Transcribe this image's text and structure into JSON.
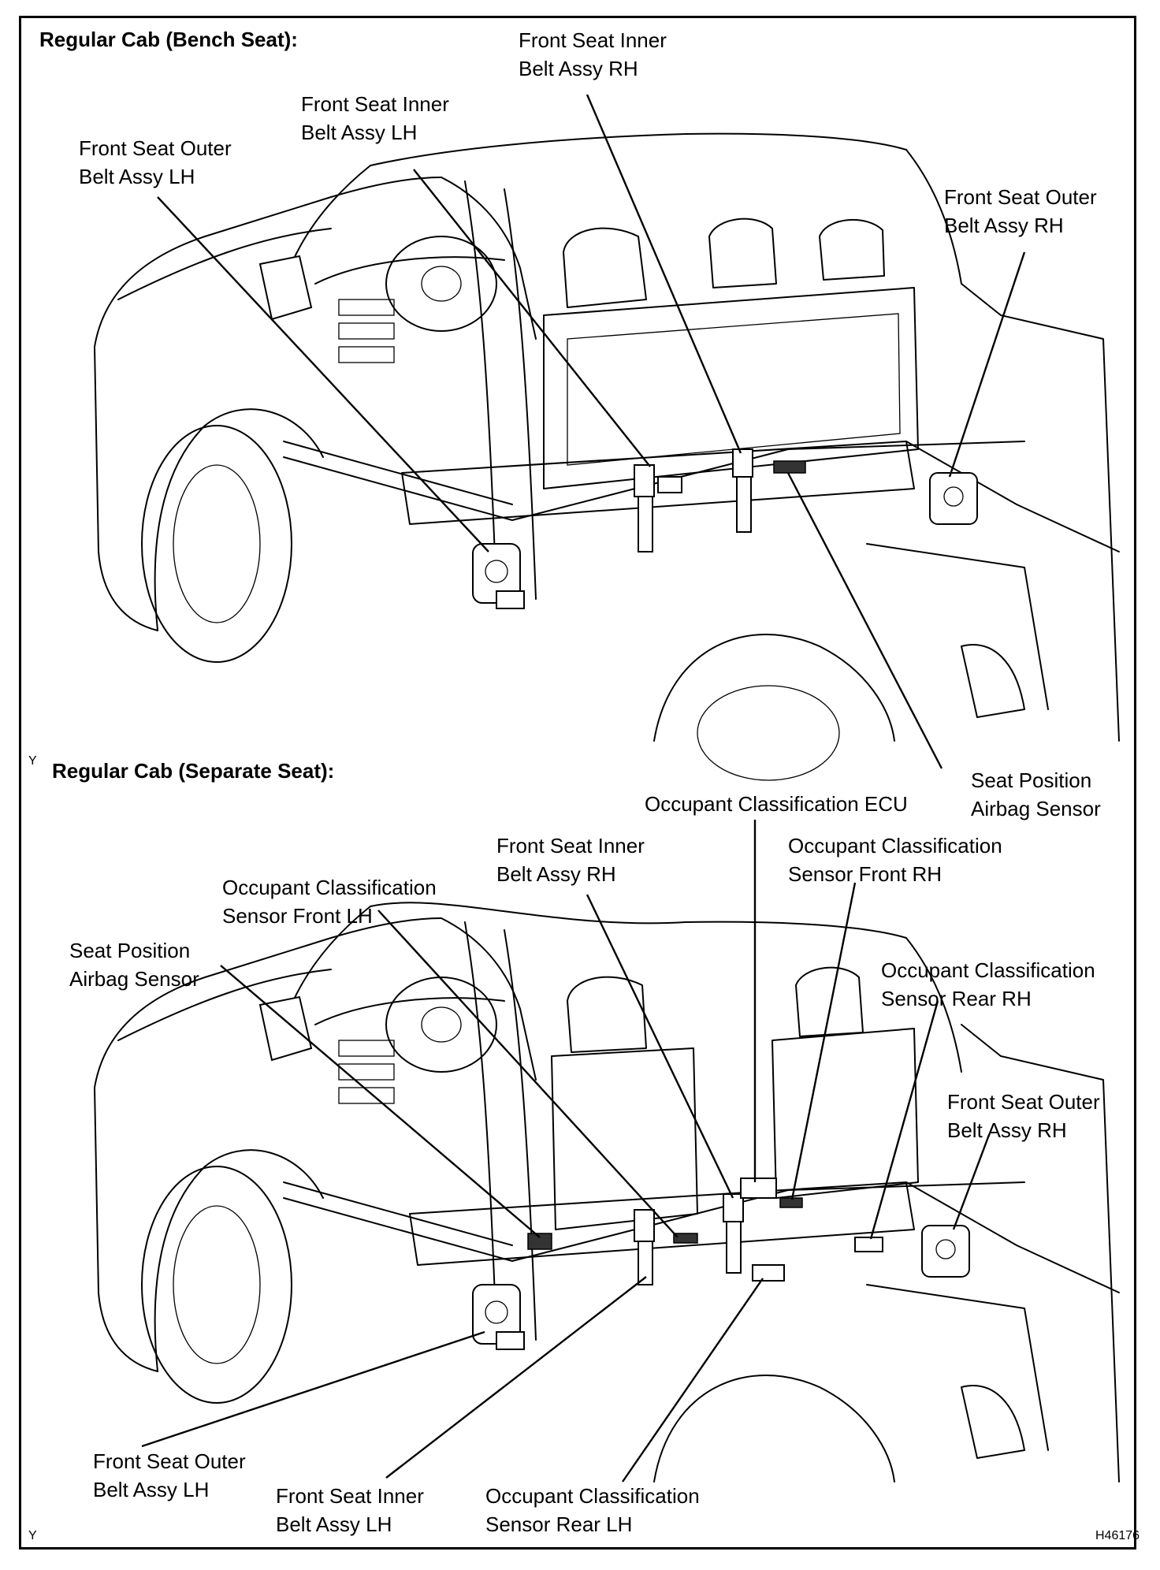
{
  "figure_id": "H46176",
  "corner_mark": "Y",
  "sections": [
    {
      "title": "Regular Cab (Bench Seat):",
      "labels": [
        {
          "id": "fso-lh",
          "lines": [
            "Front Seat Outer",
            "Belt Assy LH"
          ]
        },
        {
          "id": "fsi-lh",
          "lines": [
            "Front Seat Inner",
            "Belt Assy LH"
          ]
        },
        {
          "id": "fsi-rh",
          "lines": [
            "Front Seat Inner",
            "Belt Assy RH"
          ]
        },
        {
          "id": "fso-rh",
          "lines": [
            "Front Seat Outer",
            "Belt Assy RH"
          ]
        },
        {
          "id": "spas",
          "lines": [
            "Seat Position",
            "Airbag Sensor"
          ]
        }
      ]
    },
    {
      "title": "Regular Cab (Separate Seat):",
      "labels": [
        {
          "id": "oc-ecu",
          "lines": [
            "Occupant Classification ECU"
          ]
        },
        {
          "id": "fsi-rh",
          "lines": [
            "Front Seat Inner",
            "Belt Assy RH"
          ]
        },
        {
          "id": "ocs-front-rh",
          "lines": [
            "Occupant Classification",
            "Sensor Front RH"
          ]
        },
        {
          "id": "ocs-front-lh",
          "lines": [
            "Occupant Classification",
            "Sensor Front LH"
          ]
        },
        {
          "id": "spas",
          "lines": [
            "Seat Position",
            "Airbag Sensor"
          ]
        },
        {
          "id": "ocs-rear-rh",
          "lines": [
            "Occupant Classification",
            "Sensor Rear RH"
          ]
        },
        {
          "id": "fso-rh",
          "lines": [
            "Front Seat Outer",
            "Belt Assy RH"
          ]
        },
        {
          "id": "fso-lh",
          "lines": [
            "Front Seat Outer",
            "Belt Assy LH"
          ]
        },
        {
          "id": "fsi-lh",
          "lines": [
            "Front Seat Inner",
            "Belt Assy LH"
          ]
        },
        {
          "id": "ocs-rear-lh",
          "lines": [
            "Occupant Classification",
            "Sensor Rear LH"
          ]
        }
      ]
    }
  ]
}
